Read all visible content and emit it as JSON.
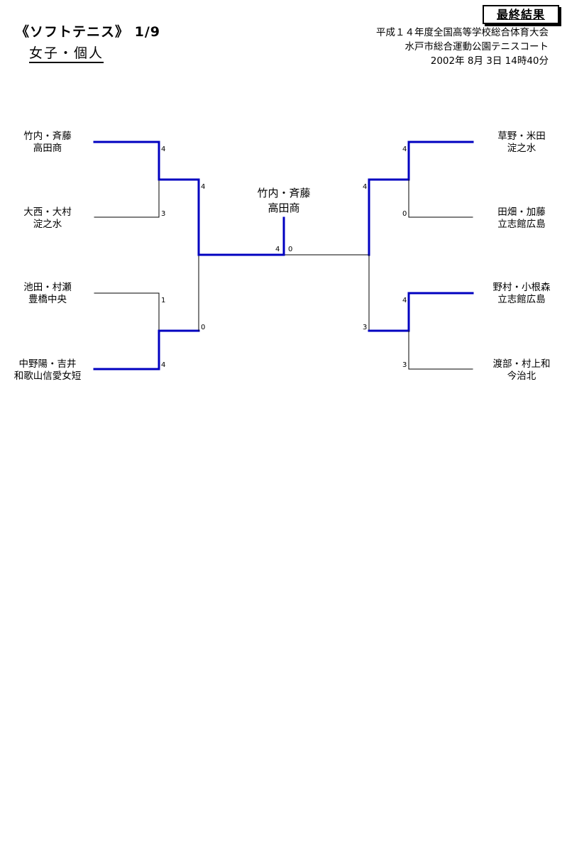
{
  "header": {
    "title": "《ソフトテニス》 1/9",
    "subtitle": "女子・個人",
    "final_badge": "最終結果",
    "event_info": {
      "tournament": "平成１４年度全国高等学校総合体育大会",
      "venue": "水戸市総合運動公園テニスコート",
      "datetime": "2002年  8月  3日  14時40分"
    }
  },
  "colors": {
    "winner_line": "#0000c0",
    "loser_line": "#000000"
  },
  "bracket": {
    "champion": {
      "names": "竹内・斉藤",
      "school": "高田商"
    },
    "left": {
      "players": [
        {
          "names": "竹内・斉藤",
          "school": "高田商",
          "score": "4"
        },
        {
          "names": "大西・大村",
          "school": "淀之水",
          "score": "3"
        },
        {
          "names": "池田・村瀬",
          "school": "豊橋中央",
          "score": "1"
        },
        {
          "names": "中野陽・吉井",
          "school": "和歌山信愛女短",
          "score": "4"
        }
      ],
      "semifinal_scores": [
        "4",
        "0"
      ],
      "final_score": "4"
    },
    "right": {
      "players": [
        {
          "names": "草野・米田",
          "school": "淀之水",
          "score": "4"
        },
        {
          "names": "田畑・加藤",
          "school": "立志館広島",
          "score": "0"
        },
        {
          "names": "野村・小根森",
          "school": "立志館広島",
          "score": "4"
        },
        {
          "names": "渡部・村上和",
          "school": "今治北",
          "score": "3"
        }
      ],
      "semifinal_scores": [
        "4",
        "3"
      ],
      "final_score": "0"
    }
  }
}
